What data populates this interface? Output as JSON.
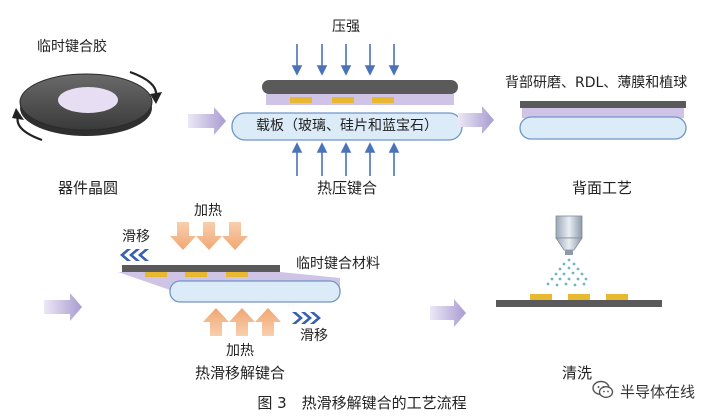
{
  "labels": {
    "temp_glue": "临时键合胶",
    "pressure": "压强",
    "carrier": "载板（玻璃、硅片和蓝宝石）",
    "backside_steps": "背部研磨、RDL、薄膜和植球",
    "device_wafer": "器件晶圆",
    "hot_press_bond": "热压键合",
    "backside_process": "背面工艺",
    "heating_top": "加热",
    "slide_left": "滑移",
    "temp_bond_material": "临时键合材料",
    "slide_right": "滑移",
    "heating_bottom": "加热",
    "thermal_slide_debond": "热滑移解键合",
    "cleaning": "清洗"
  },
  "caption": "图 3　热滑移解键合的工艺流程",
  "watermark": {
    "text": "半导体在线",
    "icon": "wechat-icon"
  },
  "colors": {
    "wafer_dark": "#555555",
    "glue_purple": "#cfc3e6",
    "carrier_blue": "#dcebf8",
    "carrier_border": "#6f95c6",
    "bump_yellow": "#e8b830",
    "arrow_blue": "#4a73b8",
    "arrow_orange": "#f3b48a",
    "flow_arrow_purple": "#a99bd1",
    "chevron_blue": "#3561b0"
  }
}
